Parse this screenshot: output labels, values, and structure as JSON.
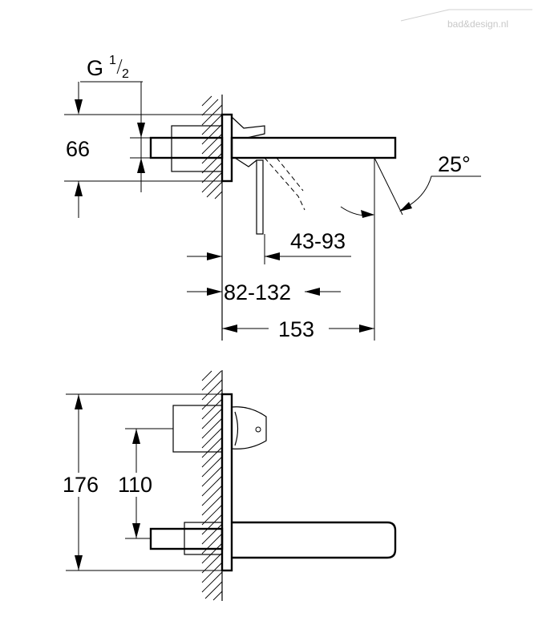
{
  "watermark": "bad&design.nl",
  "top_view": {
    "thread_label_main": "G",
    "thread_label_num": "1",
    "thread_label_den": "2",
    "dim_height": "66",
    "dim_angle": "25°",
    "dim_spout_range": "43-93",
    "dim_wall_range": "82-132",
    "dim_total": "153"
  },
  "front_view": {
    "dim_total_height": "176",
    "dim_handle_spout": "110"
  },
  "colors": {
    "line": "#000000",
    "watermark": "#c8c8c8",
    "background": "#ffffff"
  }
}
